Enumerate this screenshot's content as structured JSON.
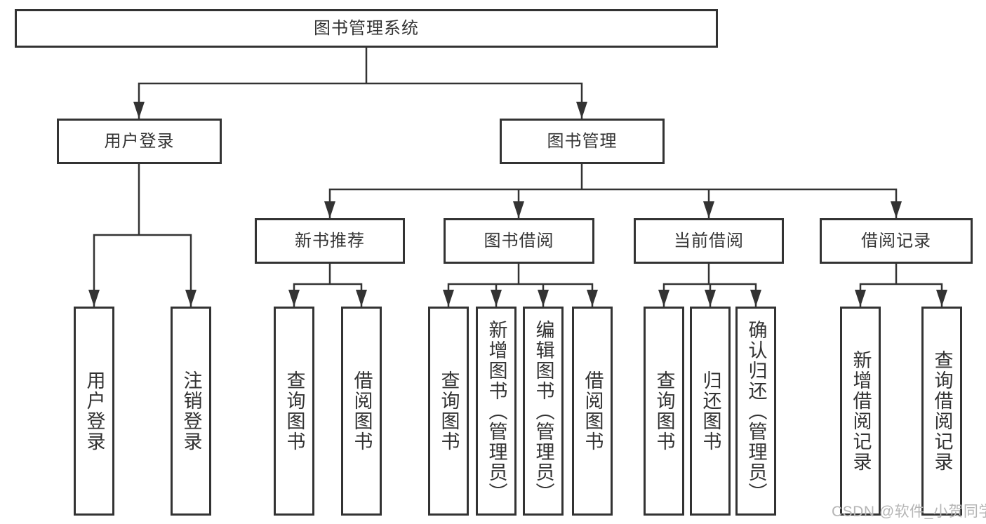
{
  "colors": {
    "line": "#333333",
    "text": "#333333",
    "watermark": "#b5b5b5",
    "background": "#ffffff"
  },
  "watermark": "CSDN @软件_小贺同学",
  "tree": {
    "label": "图书管理系统",
    "children": [
      {
        "label": "用户登录",
        "children": [
          {
            "label": "用户登录"
          },
          {
            "label": "注销登录"
          }
        ]
      },
      {
        "label": "图书管理",
        "children": [
          {
            "label": "新书推荐",
            "children": [
              {
                "label": "查询图书"
              },
              {
                "label": "借阅图书"
              }
            ]
          },
          {
            "label": "图书借阅",
            "children": [
              {
                "label": "查询图书"
              },
              {
                "label": "新增图书（管理员）"
              },
              {
                "label": "编辑图书（管理员）"
              },
              {
                "label": "借阅图书"
              }
            ]
          },
          {
            "label": "当前借阅",
            "children": [
              {
                "label": "查询图书"
              },
              {
                "label": "归还图书"
              },
              {
                "label": "确认归还（管理员）"
              }
            ]
          },
          {
            "label": "借阅记录",
            "children": [
              {
                "label": "新增借阅记录"
              },
              {
                "label": "查询借阅记录"
              }
            ]
          }
        ]
      }
    ]
  }
}
